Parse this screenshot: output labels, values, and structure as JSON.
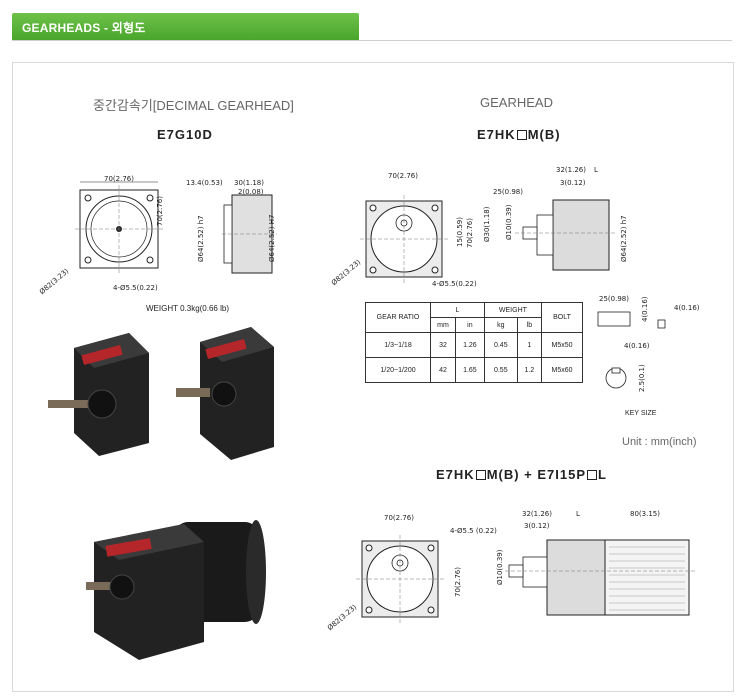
{
  "tab": {
    "title": "GEARHEADS - 외형도"
  },
  "left": {
    "heading": "중간감속기[DECIMAL GEARHEAD]",
    "model": "E7G10D",
    "dims": {
      "width": "70(2.76)",
      "height": "70(2.76)",
      "diag": "Ø82(3.23)",
      "hole": "4-Ø5.5(0.22)",
      "flange": "13.4(0.53)",
      "body": "30(1.18)",
      "lip": "2(0.08)",
      "bore_h7": "Ø64(2.52) h7",
      "bore_H7": "Ø64(2.52) H7"
    },
    "weight": "WEIGHT  0.3kg(0.66 lb)"
  },
  "right": {
    "heading": "GEARHEAD",
    "model_a": "E7HK",
    "model_b": "M(B)",
    "dims": {
      "width": "70(2.76)",
      "height": "70(2.76)",
      "shaft_len": "32(1.26)",
      "L": "L",
      "key_a": "3(0.12)",
      "key_b": "25(0.98)",
      "boss": "Ø30(1.18)",
      "shaft": "Ø10(0.39)",
      "offset": "15(0.59)",
      "diag": "Ø82(3.23)",
      "hole": "4-Ø5.5(0.22)",
      "body": "Ø64(2.52) h7"
    },
    "table": {
      "h_ratio": "GEAR RATIO",
      "h_L": "L",
      "h_weight": "WEIGHT",
      "h_bolt": "BOLT",
      "h_mm": "mm",
      "h_in": "in",
      "h_kg": "kg",
      "h_lb": "lb",
      "rows": [
        {
          "ratio": "1/3~1/18",
          "mm": "32",
          "in": "1.26",
          "kg": "0.45",
          "lb": "1",
          "bolt": "M5x50"
        },
        {
          "ratio": "1/20~1/200",
          "mm": "42",
          "in": "1.65",
          "kg": "0.55",
          "lb": "1.2",
          "bolt": "M5x60"
        }
      ]
    },
    "key": {
      "len": "25(0.98)",
      "h": "4(0.16)",
      "w": "4(0.16)",
      "kw": "4(0.16)",
      "depth": "2.5(0.1)",
      "label": "KEY SIZE"
    },
    "unit": "Unit : mm(inch)"
  },
  "bottom": {
    "model_a": "E7HK",
    "model_b": "M(B) + E7I15P",
    "model_c": "L",
    "dims": {
      "width": "70(2.76)",
      "height": "70(2.76)",
      "diag": "Ø82(3.23)",
      "hole": "4-Ø5.5 (0.22)",
      "shaft_len": "32(1.26)",
      "key": "3(0.12)",
      "L": "L",
      "motor": "80(3.15)",
      "shaft": "Ø10(0.39)"
    }
  }
}
